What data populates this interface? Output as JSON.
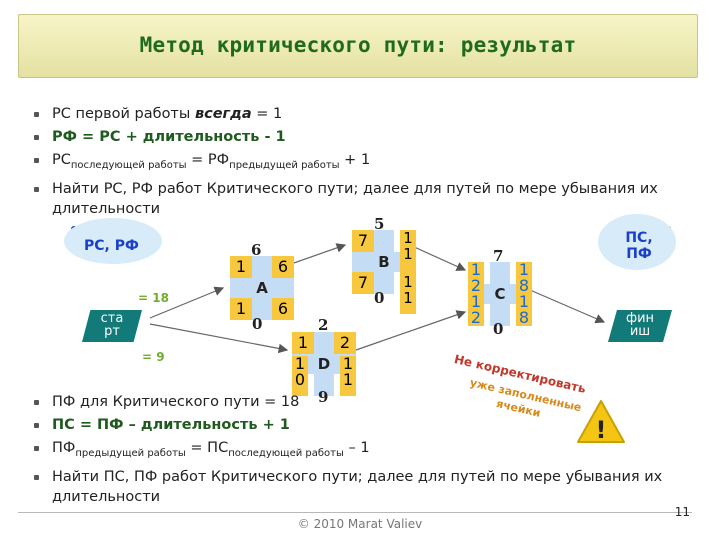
{
  "slide": {
    "title": "Метод критического пути: результат",
    "copyright": "© 2010 Marat Valiev",
    "page_number": "11"
  },
  "bullets_top": [
    {
      "text": "РС первой работы ",
      "em": "всегда",
      "tail": " = 1"
    },
    {
      "text": "РФ = РС + длительность - 1"
    },
    {
      "pre": "РС",
      "sub1": "последующей работы",
      "mid": " = РФ",
      "sub2": "предыдущей работы",
      "tail": " + 1"
    },
    {
      "text": "Найти РС, РФ работ Критического пути; далее для путей по мере убывания их длительности"
    }
  ],
  "bullets_bottom": [
    {
      "text": "ПФ для Критического пути = 18"
    },
    {
      "text": "ПС = ПФ – длительность + 1"
    },
    {
      "pre": "ПФ",
      "sub1": "предыдущей работы",
      "mid": " = ПС",
      "sub2": "последующей работы",
      "tail": " – 1"
    },
    {
      "text": "Найти ПС, ПФ работ Критического пути; далее для путей по мере убывания их длительности"
    }
  ],
  "diagram": {
    "legend_left": "РС, РФ",
    "legend_right": "ПС, ПФ",
    "start_label": "старт",
    "finish_label": "финиш",
    "path_length_upper": "= 18",
    "path_length_lower": "= 9",
    "warning_line1": "Не корректировать",
    "warning_line2": "уже заполненные",
    "warning_line3": "ячейки",
    "warning_icon": "!",
    "nodes": {
      "A": {
        "name": "A",
        "duration": "6",
        "zero": "0",
        "tl": "1",
        "tr": "6",
        "bl": "1",
        "br": "6"
      },
      "B": {
        "name": "B",
        "duration": "5",
        "zero": "0",
        "tl": "7",
        "tr": "11",
        "bl": "7",
        "br": "11"
      },
      "C": {
        "name": "C",
        "duration": "7",
        "zero": "0",
        "tl": "12",
        "tr": "18",
        "bl": "12",
        "br": "18"
      },
      "D": {
        "name": "D",
        "duration": "2",
        "zero": "9",
        "tl": "1",
        "tr": "2",
        "bl": "10",
        "br": "11"
      }
    }
  },
  "colors": {
    "title_green": "#1f6a1f",
    "cell_yellow": "#f7c83e",
    "cell_blue": "#c4ddf4",
    "teal": "#137a7a",
    "legend_blue": "#1a3fc8",
    "accent_green": "#6fae2e"
  }
}
